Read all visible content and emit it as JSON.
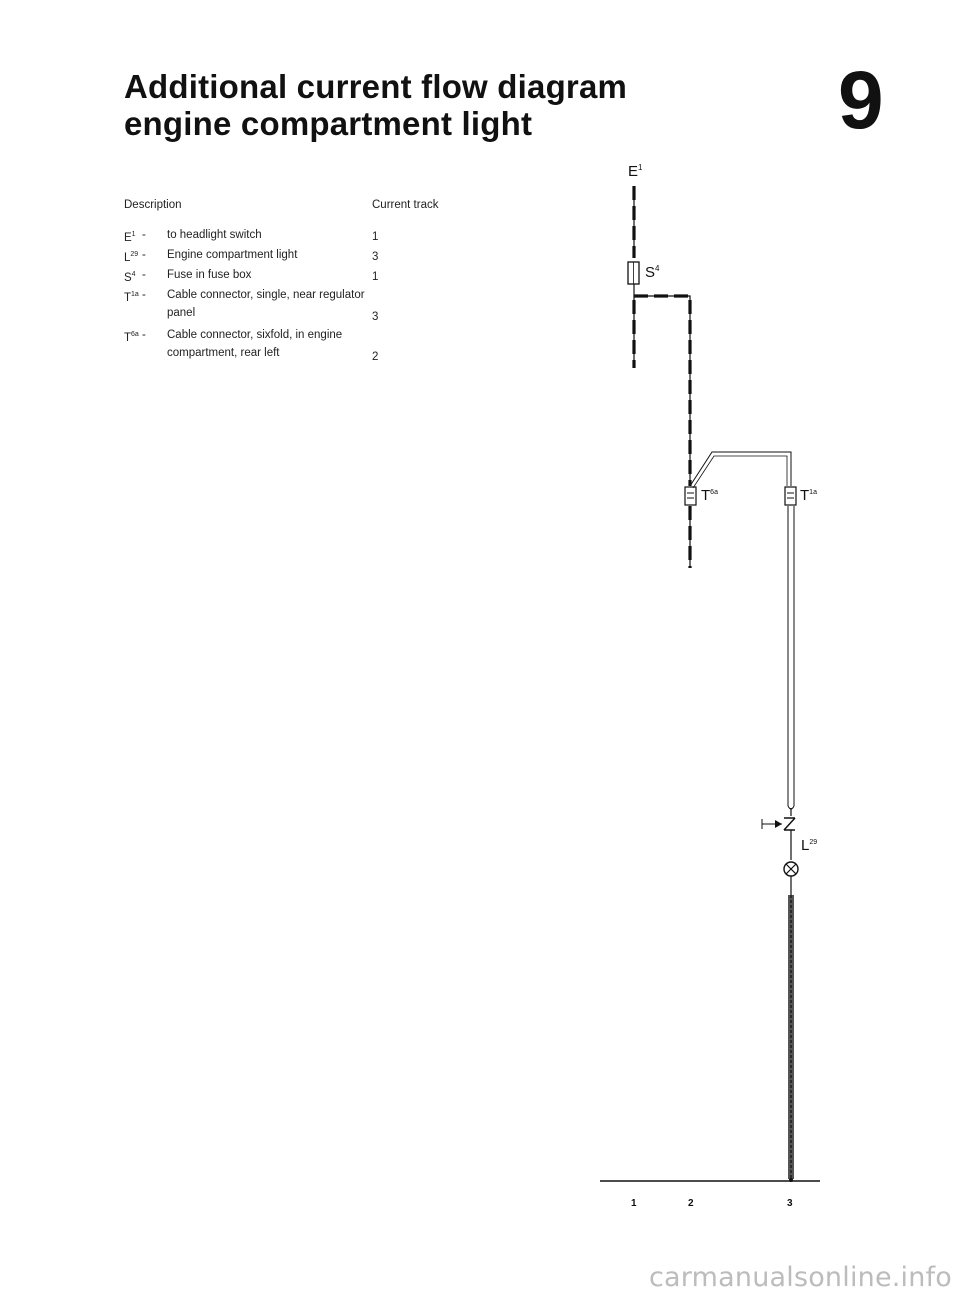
{
  "header": {
    "title_line1": "Additional current flow diagram",
    "title_line2": "engine compartment light",
    "chapter": "9"
  },
  "legend": {
    "col_description": "Description",
    "col_track": "Current track",
    "items": [
      {
        "code": "E",
        "sup": "1",
        "description": "to headlight switch",
        "track": "1"
      },
      {
        "code": "L",
        "sup": "29",
        "description": "Engine compartment light",
        "track": "3"
      },
      {
        "code": "S",
        "sup": "4",
        "description": "Fuse in fuse box",
        "track": "1"
      },
      {
        "code": "T",
        "sup": "1a",
        "description": "Cable connector, single, near regulator panel",
        "track": "3"
      },
      {
        "code": "T",
        "sup": "6a",
        "description": "Cable connector, sixfold, in engine compartment, rear left",
        "track": "2"
      }
    ]
  },
  "diagram": {
    "labels": {
      "e1": "E",
      "e1_sup": "1",
      "s4": "S",
      "s4_sup": "4",
      "t6a": "T",
      "t6a_sup": "6a",
      "t1a": "T",
      "t1a_sup": "1a",
      "l29": "L",
      "l29_sup": "29"
    },
    "tracks": [
      "1",
      "2",
      "3"
    ]
  },
  "watermark": "carmanualsonline.info"
}
